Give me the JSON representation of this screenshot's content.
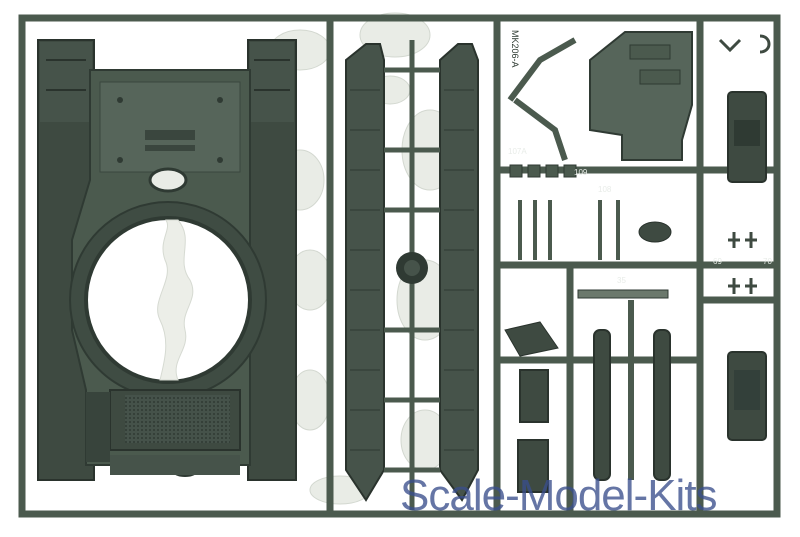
{
  "photo": {
    "subject": "sprue-frame",
    "colors": {
      "plastic": "#4b5a4e",
      "plastic_dark": "#33403a",
      "plastic_light": "#6b786c",
      "background": "#ffffff",
      "transparent_parts": "#e6e9e3"
    }
  },
  "sprue_labels": {
    "code": "MK206-A",
    "part_107A": "107A",
    "part_108": "108",
    "part_109": "109",
    "part_35": "35",
    "part_69": "69",
    "part_70": "70"
  },
  "watermark": {
    "text": "Scale-Model-Kits",
    "color": "#3a4f8c"
  }
}
